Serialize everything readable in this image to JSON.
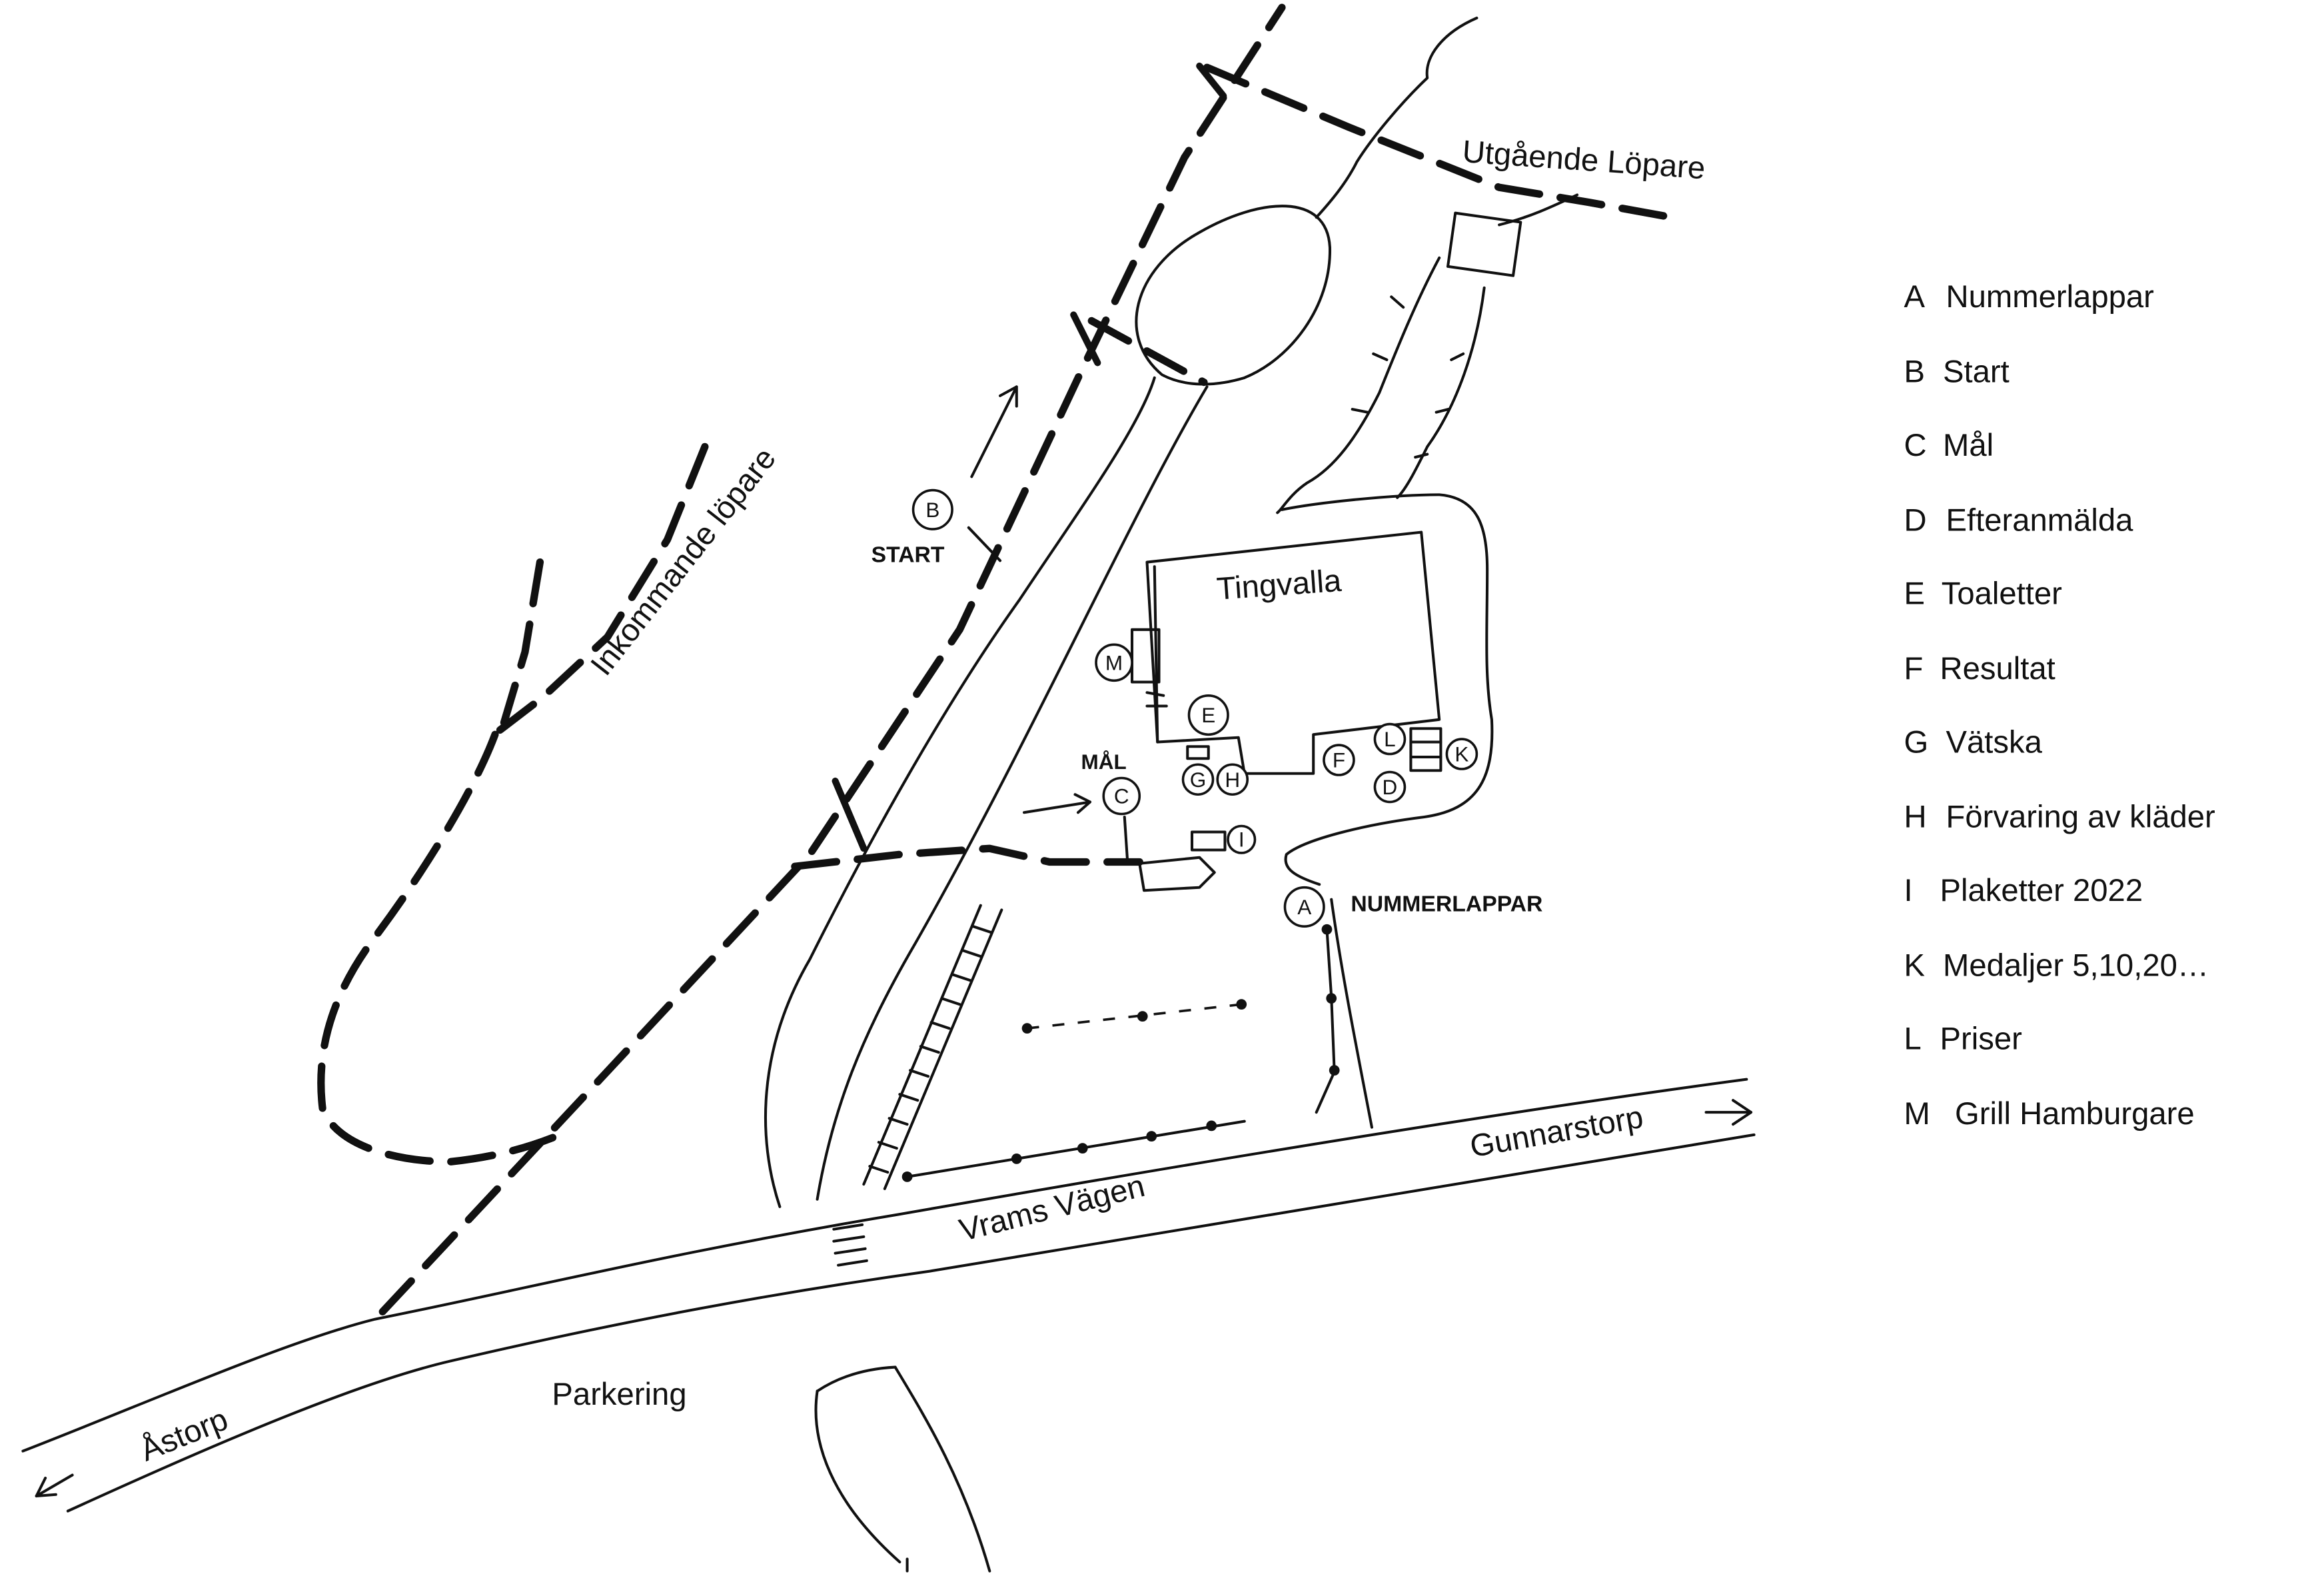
{
  "map": {
    "labels": {
      "utgaende": "Utgående Löpare",
      "inkommande": "Inkommande löpare",
      "start": "START",
      "tingvalla": "Tingvalla",
      "mal": "MÅL",
      "nummerlappar": "NUMMERLAPPAR",
      "gunnarstorp": "Gunnarstorp",
      "vrams_vagen": "Vrams Vägen",
      "astorp": "Åstorp",
      "parkering": "Parkering"
    },
    "markers": {
      "A": "A",
      "B": "B",
      "C": "C",
      "D": "D",
      "E": "E",
      "F": "F",
      "G": "G",
      "H": "H",
      "I": "I",
      "K": "K",
      "L": "L",
      "M": "M"
    }
  },
  "legend": [
    {
      "key": "A",
      "label": "Nummerlappar"
    },
    {
      "key": "B",
      "label": "Start"
    },
    {
      "key": "C",
      "label": "Mål"
    },
    {
      "key": "D",
      "label": "Efteranmälda"
    },
    {
      "key": "E",
      "label": "Toaletter"
    },
    {
      "key": "F",
      "label": "Resultat"
    },
    {
      "key": "G",
      "label": "Vätska"
    },
    {
      "key": "H",
      "label": "Förvaring av kläder"
    },
    {
      "key": "I",
      "label": "Plaketter 2022"
    },
    {
      "key": "K",
      "label": "Medaljer 5,10,20…"
    },
    {
      "key": "L",
      "label": "Priser"
    },
    {
      "key": "M",
      "label": "Grill Hamburgare"
    }
  ]
}
